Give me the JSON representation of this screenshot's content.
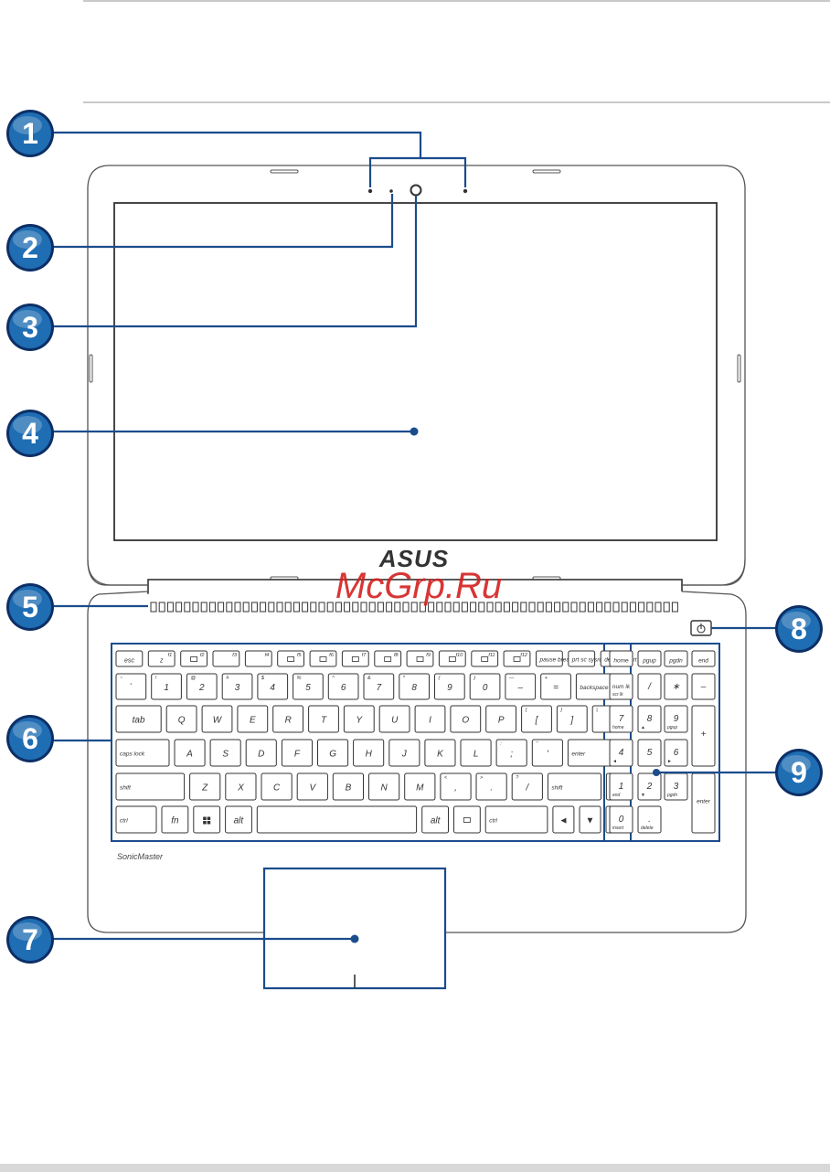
{
  "brand": {
    "logo_text": "ASUS",
    "audio_label": "SonicMaster",
    "watermark": "McGrp.Ru"
  },
  "callouts": [
    "1",
    "2",
    "3",
    "4",
    "5",
    "6",
    "7",
    "8",
    "9"
  ],
  "keyboard": {
    "rows": [
      [
        {
          "main": "esc",
          "w": 1
        },
        {
          "main": "z",
          "sub": "f1",
          "w": 1
        },
        {
          "main": "",
          "icon": "airplane",
          "sub": "f2",
          "w": 1
        },
        {
          "main": "",
          "sub": "f3",
          "w": 1
        },
        {
          "main": "",
          "sub": "f4",
          "w": 1
        },
        {
          "main": "",
          "icon": "sun",
          "sub": "f5",
          "w": 1
        },
        {
          "main": "",
          "icon": "sun",
          "sub": "f6",
          "w": 1
        },
        {
          "main": "",
          "icon": "x",
          "sub": "f7",
          "w": 1
        },
        {
          "main": "",
          "icon": "display",
          "sub": "f8",
          "w": 1
        },
        {
          "main": "",
          "icon": "pad",
          "sub": "f9",
          "w": 1
        },
        {
          "main": "",
          "icon": "mute",
          "sub": "f10",
          "w": 1
        },
        {
          "main": "",
          "icon": "vol",
          "sub": "f11",
          "w": 1
        },
        {
          "main": "",
          "icon": "vol",
          "sub": "f12",
          "w": 1
        },
        {
          "main": "pause break",
          "w": 1
        },
        {
          "main": "prt sc sysrq",
          "w": 1
        },
        {
          "main": "delete insert",
          "w": 1
        }
      ],
      [
        {
          "main": "`",
          "sub": "~",
          "w": 1
        },
        {
          "main": "1",
          "sub": "!",
          "w": 1
        },
        {
          "main": "2",
          "sub": "@",
          "w": 1
        },
        {
          "main": "3",
          "sub": "#",
          "w": 1
        },
        {
          "main": "4",
          "sub": "$",
          "w": 1
        },
        {
          "main": "5",
          "sub": "%",
          "w": 1
        },
        {
          "main": "6",
          "sub": "^",
          "w": 1
        },
        {
          "main": "7",
          "sub": "&",
          "w": 1
        },
        {
          "main": "8",
          "sub": "*",
          "w": 1
        },
        {
          "main": "9",
          "sub": "(",
          "w": 1
        },
        {
          "main": "0",
          "sub": ")",
          "w": 1
        },
        {
          "main": "–",
          "sub": "—",
          "w": 1
        },
        {
          "main": "=",
          "sub": "+",
          "w": 1
        },
        {
          "main": "backspace",
          "w": 1.7
        }
      ],
      [
        {
          "main": "tab",
          "w": 1.5
        },
        {
          "main": "Q",
          "w": 1
        },
        {
          "main": "W",
          "w": 1
        },
        {
          "main": "E",
          "w": 1
        },
        {
          "main": "R",
          "w": 1
        },
        {
          "main": "T",
          "w": 1
        },
        {
          "main": "Y",
          "w": 1
        },
        {
          "main": "U",
          "w": 1
        },
        {
          "main": "I",
          "w": 1
        },
        {
          "main": "O",
          "w": 1
        },
        {
          "main": "P",
          "w": 1
        },
        {
          "main": "[",
          "sub": "{",
          "w": 1
        },
        {
          "main": "]",
          "sub": "}",
          "w": 1
        },
        {
          "main": "\\",
          "sub": "|",
          "w": 1.15
        }
      ],
      [
        {
          "main": "caps lock",
          "w": 1.75
        },
        {
          "main": "A",
          "w": 1
        },
        {
          "main": "S",
          "w": 1
        },
        {
          "main": "D",
          "w": 1
        },
        {
          "main": "F",
          "w": 1
        },
        {
          "main": "G",
          "w": 1
        },
        {
          "main": "H",
          "w": 1
        },
        {
          "main": "J",
          "w": 1
        },
        {
          "main": "K",
          "w": 1
        },
        {
          "main": "L",
          "w": 1
        },
        {
          "main": ";",
          "sub": ":",
          "w": 1
        },
        {
          "main": "'",
          "sub": "\"",
          "w": 1
        },
        {
          "main": "enter",
          "w": 1.95
        }
      ],
      [
        {
          "main": "shift",
          "w": 2.25
        },
        {
          "main": "Z",
          "w": 1
        },
        {
          "main": "X",
          "w": 1
        },
        {
          "main": "C",
          "w": 1
        },
        {
          "main": "V",
          "w": 1
        },
        {
          "main": "B",
          "w": 1
        },
        {
          "main": "N",
          "w": 1
        },
        {
          "main": "M",
          "w": 1
        },
        {
          "main": ",",
          "sub": "<",
          "w": 1
        },
        {
          "main": ".",
          "sub": ">",
          "w": 1
        },
        {
          "main": "/",
          "sub": "?",
          "w": 1
        },
        {
          "main": "shift",
          "w": 1.75
        },
        {
          "main": "▲",
          "w": 0.68
        }
      ],
      [
        {
          "main": "ctrl",
          "w": 1.3
        },
        {
          "main": "fn",
          "w": 0.85
        },
        {
          "main": "",
          "icon": "win",
          "w": 0.85
        },
        {
          "main": "alt",
          "w": 0.85
        },
        {
          "main": "",
          "w": 5.15
        },
        {
          "main": "alt",
          "w": 0.85
        },
        {
          "main": "",
          "icon": "menu",
          "w": 0.85
        },
        {
          "main": "ctrl",
          "w": 2.0
        },
        {
          "main": "◄",
          "w": 0.68
        },
        {
          "main": "▼",
          "w": 0.68
        },
        {
          "main": "►",
          "w": 0.68
        }
      ]
    ]
  },
  "numpad": {
    "rows": [
      [
        {
          "main": "home"
        },
        {
          "main": "pgup"
        },
        {
          "main": "pgdn"
        },
        {
          "main": "end"
        }
      ],
      [
        {
          "main": "num lk",
          "sub": "scr lk"
        },
        {
          "main": "/"
        },
        {
          "main": "∗"
        },
        {
          "main": "–"
        }
      ],
      [
        {
          "main": "7",
          "sub": "home"
        },
        {
          "main": "8",
          "sub": "▲"
        },
        {
          "main": "9",
          "sub": "pgup"
        },
        {
          "main": "+"
        }
      ],
      [
        {
          "main": "4",
          "sub": "◄"
        },
        {
          "main": "5"
        },
        {
          "main": "6",
          "sub": "►"
        }
      ],
      [
        {
          "main": "1",
          "sub": "end"
        },
        {
          "main": "2",
          "sub": "▼"
        },
        {
          "main": "3",
          "sub": "pgdn"
        },
        {
          "main": "enter"
        }
      ],
      [
        {
          "main": "0",
          "sub": "insert"
        },
        {
          "main": ".",
          "sub": "delete"
        }
      ]
    ]
  },
  "colors": {
    "callout_fill": "#1f6db3",
    "callout_ring": "#0d2f66",
    "leader": "#1b4c8c",
    "outline": "#555555",
    "watermark": "#d42020"
  }
}
